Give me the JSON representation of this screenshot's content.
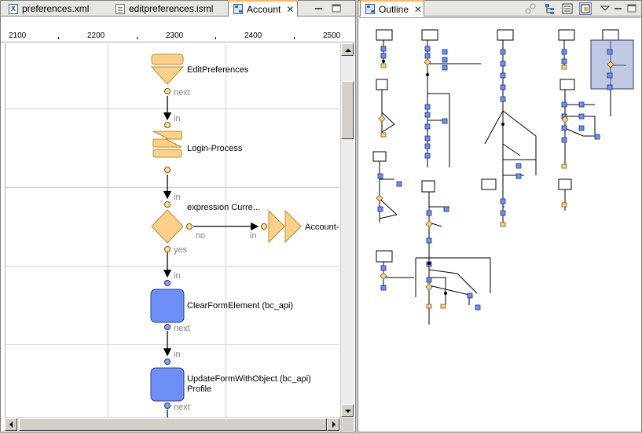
{
  "editor": {
    "tabs": [
      {
        "label": "preferences.xml",
        "icon": "xml-file-icon"
      },
      {
        "label": "editpreferences.isml",
        "icon": "isml-file-icon"
      },
      {
        "label": "Account",
        "icon": "pipeline-icon",
        "active": true
      }
    ],
    "ruler": [
      "2100",
      "2200",
      "2300",
      "2400",
      "2500"
    ],
    "nodes": [
      {
        "label": "EditPreferences",
        "type": "start-node",
        "color": "#ffd08a"
      },
      {
        "label": "Login-Process",
        "type": "call-node",
        "color": "#ffd08a"
      },
      {
        "label": "expression Curre...",
        "type": "decision-node",
        "color": "#ffd08a"
      },
      {
        "label": "Account-E",
        "type": "jump-node",
        "color": "#ffd08a"
      },
      {
        "label": "ClearFormElement (bc_api)",
        "type": "pipelet-node",
        "color": "#6f8ff8"
      },
      {
        "label": "UpdateFormWithObject (bc_api)",
        "sublabel": "Profile",
        "type": "pipelet-node",
        "color": "#6f8ff8"
      }
    ],
    "ports": {
      "next": "next",
      "in": "in",
      "no": "no",
      "yes": "yes"
    }
  },
  "outline": {
    "title": "Outline",
    "toolbar_icons": [
      "link-icon",
      "hierarchy-icon",
      "list-icon",
      "overview-icon",
      "view-menu-icon",
      "minimize-icon",
      "maximize-icon"
    ]
  }
}
